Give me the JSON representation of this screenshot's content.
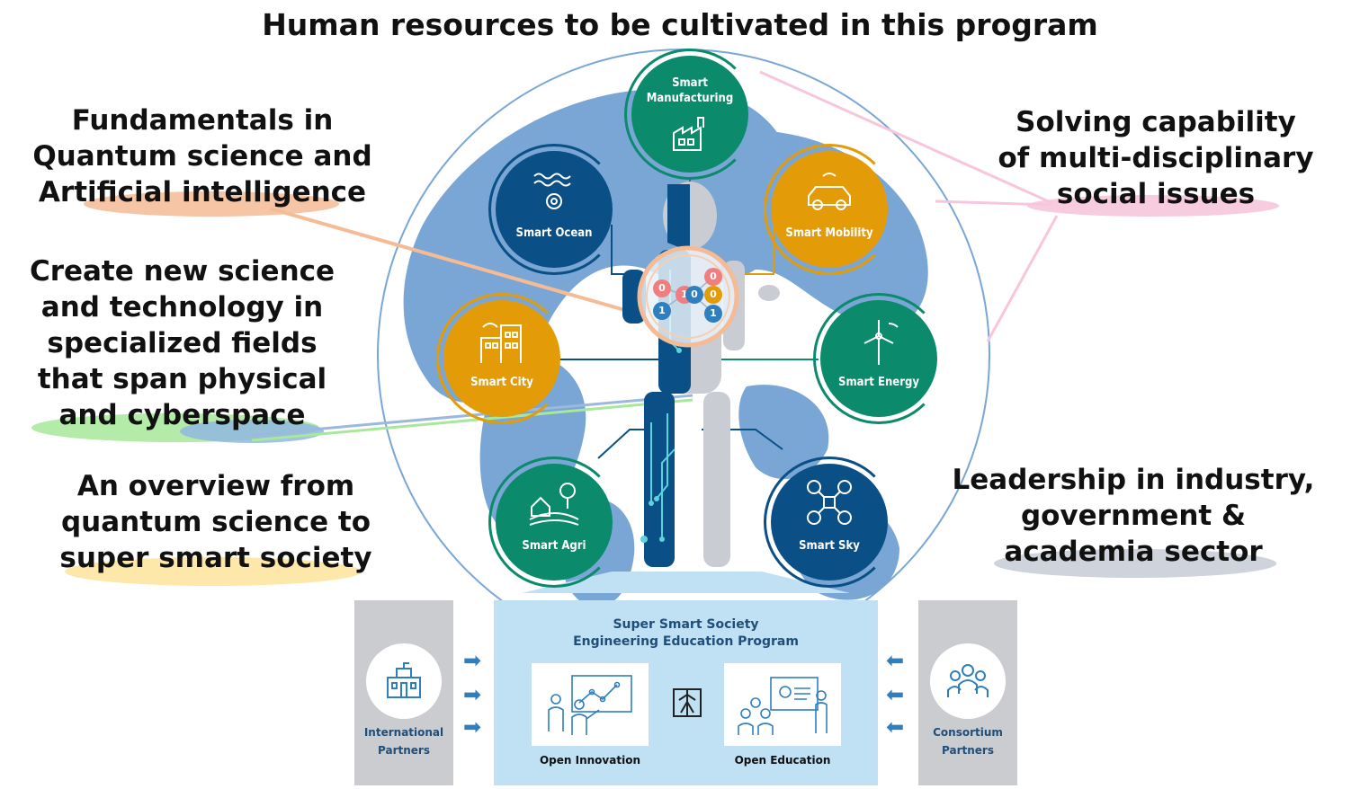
{
  "title": "Human resources to be cultivated in this program",
  "captions": {
    "fundamentals": [
      "Fundamentals in",
      "Quantum science and",
      "Artificial intelligence"
    ],
    "create": [
      "Create new science",
      "and technology in",
      "specialized fields",
      "that span physical",
      "and cyberspace"
    ],
    "overview": [
      "An overview from",
      "quantum science to",
      "super smart society"
    ],
    "solving": [
      "Solving capability",
      "of multi-disciplinary",
      "social issues"
    ],
    "leadership": [
      "Leadership in industry,",
      "government &",
      "academia sector"
    ]
  },
  "nodes": {
    "manufacturing": [
      "Smart",
      "Manufacturing"
    ],
    "ocean": "Smart Ocean",
    "mobility": "Smart Mobility",
    "city": "Smart City",
    "energy": "Smart Energy",
    "agri": "Smart Agri",
    "sky": "Smart Sky"
  },
  "binary_digits": [
    "0",
    "0",
    "1",
    "0",
    "0",
    "1",
    "1"
  ],
  "program": {
    "title": [
      "Super Smart Society",
      "Engineering Education Program"
    ],
    "open_innovation": "Open Innovation",
    "open_education": "Open Education"
  },
  "partners": {
    "international": [
      "International",
      "Partners"
    ],
    "consortium": [
      "Consortium",
      "Partners"
    ]
  },
  "colors": {
    "teal": "#0b8a6c",
    "navy": "#0a4f85",
    "orange": "#e39b08",
    "globe_land": "#7aa6d6",
    "program_bg": "#c0e0f4",
    "partner_bg": "#cbccd0"
  },
  "icons": [
    "factory-icon",
    "waves-gear-icon",
    "car-icon",
    "building-icon",
    "wind-turbine-icon",
    "farm-icon",
    "drone-icon",
    "school-icon",
    "people-group-icon",
    "presentation-icon",
    "classroom-icon",
    "door-icon"
  ]
}
